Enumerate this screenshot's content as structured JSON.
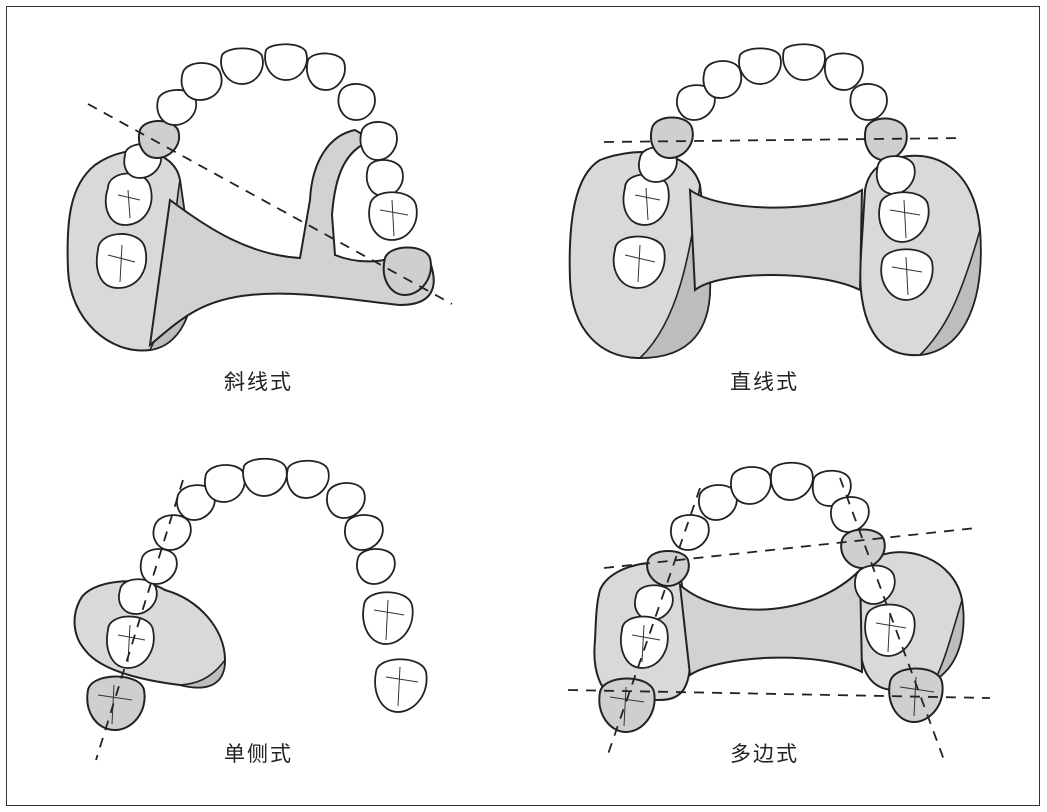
{
  "panels": [
    {
      "caption": "斜线式"
    },
    {
      "caption": "直线式"
    },
    {
      "caption": "单侧式"
    },
    {
      "caption": "多边式"
    }
  ],
  "colors": {
    "denture_base": "#d9d9d9",
    "denture_side": "#bdbdbd",
    "tooth": "#ffffff",
    "outline": "#222222"
  }
}
